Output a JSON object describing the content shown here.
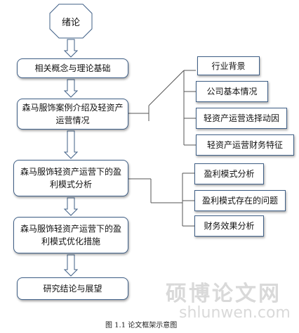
{
  "nodes": {
    "intro": "绪论",
    "concepts": "相关概念与理论基础",
    "case_intro": "森马服饰案例介绍及轻资产运营情况",
    "profit_analysis": "森马服饰轻资产运营下的盈利模式分析",
    "optimization": "森马服饰轻资产运营下的盈利模式优化措施",
    "conclusion": "研究结论与展望"
  },
  "branches_case": [
    "行业背景",
    "公司基本情况",
    "轻资产运营选择动因",
    "轻资产运营财务特征"
  ],
  "branches_profit": [
    "盈利模式分析",
    "盈利模式存在的问题",
    "财务效果分析"
  ],
  "caption": "图 1.1   论文框架示意图",
  "watermark": {
    "cn": "硕博论文网",
    "url": "shlunwen.com"
  },
  "colors": {
    "border": "#3f5f86",
    "arrow_fill": "#ffffff",
    "arrow_stroke": "#3f5f86"
  }
}
